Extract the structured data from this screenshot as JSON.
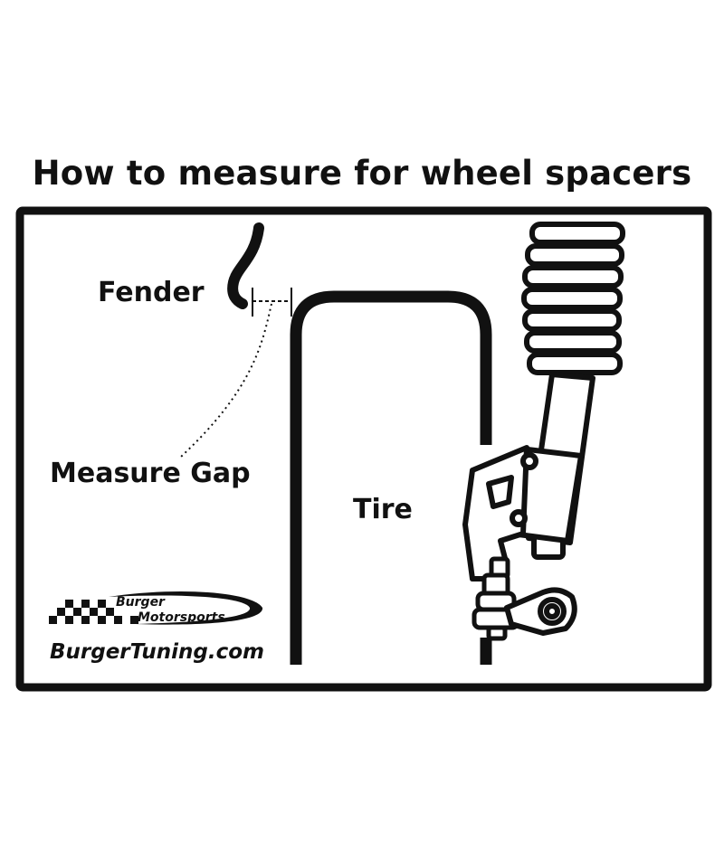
{
  "title": "How to measure for wheel spacers",
  "labels": {
    "fender": "Fender",
    "measure_gap": "Measure Gap",
    "tire": "Tire"
  },
  "logo": {
    "line1": "Burger",
    "line2": "Motorsports",
    "website": "BurgerTuning.com"
  },
  "colors": {
    "ink": "#111111",
    "background": "#ffffff"
  }
}
